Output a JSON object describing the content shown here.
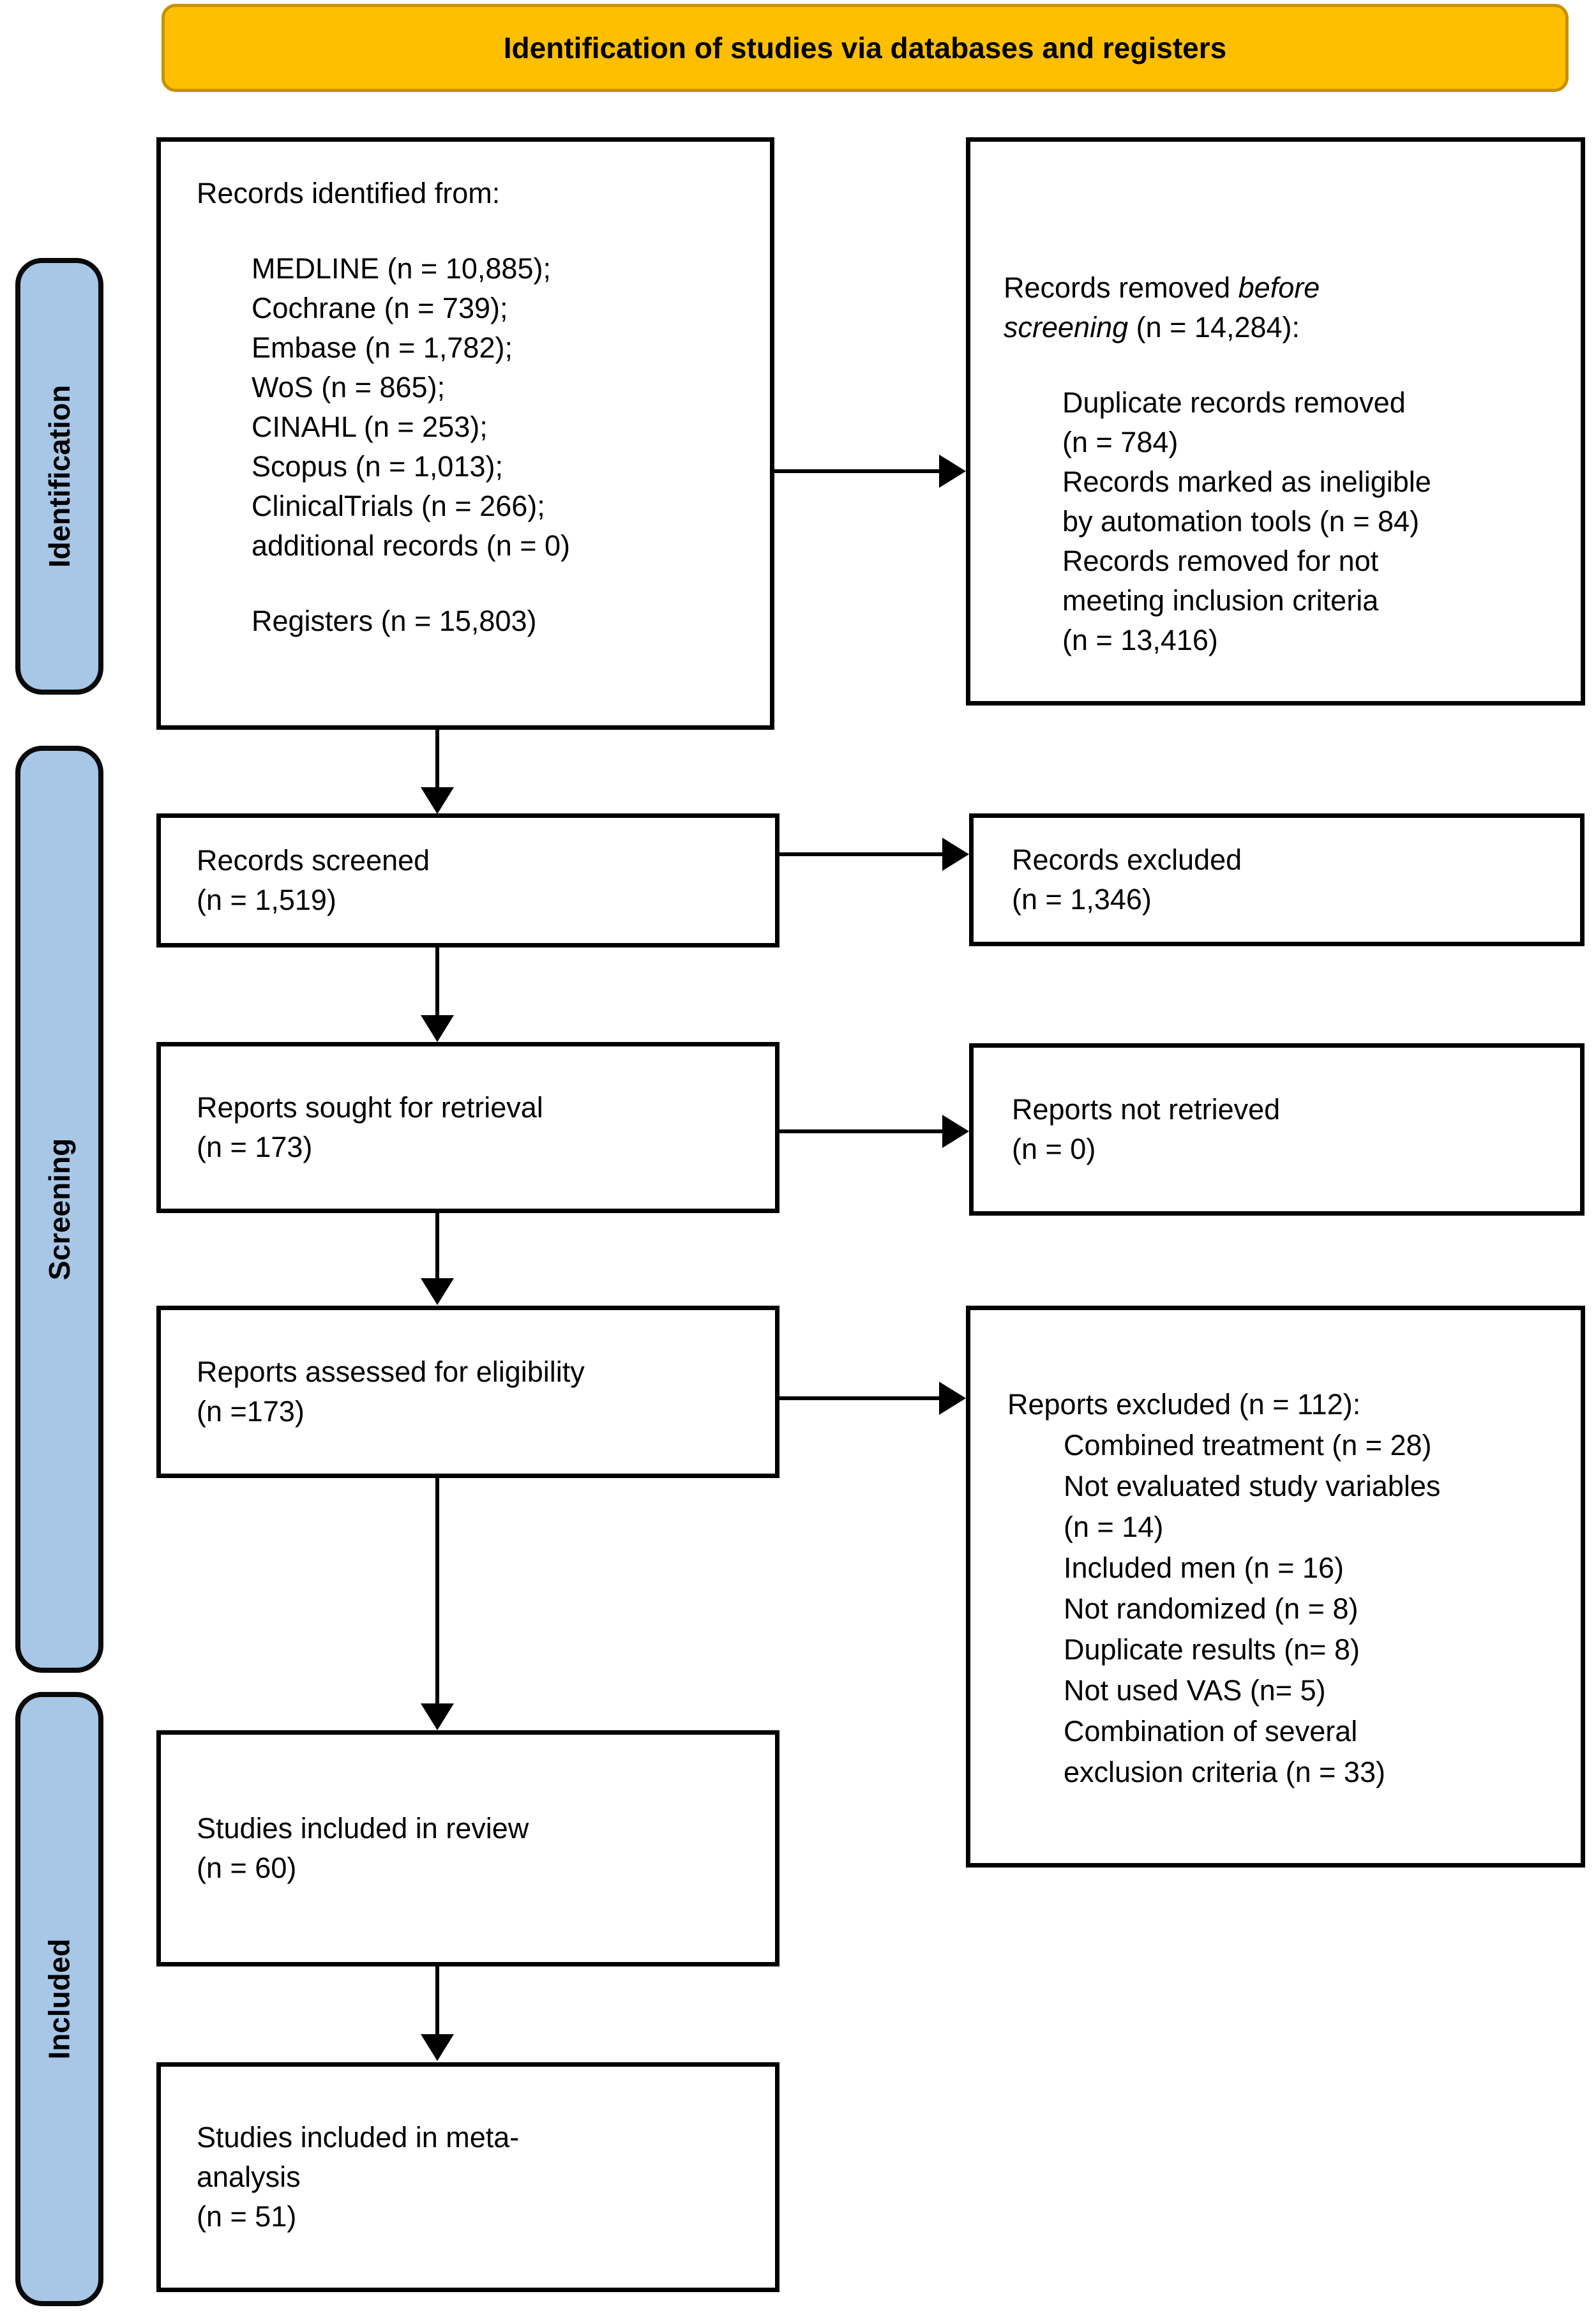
{
  "banner": {
    "title": "Identification of studies via databases and registers"
  },
  "sidebar": {
    "stages": [
      {
        "label": "Identification"
      },
      {
        "label": "Screening"
      },
      {
        "label": "Included"
      }
    ]
  },
  "colors": {
    "banner_fill": "#FEBF00",
    "banner_border": "#C79100",
    "stage_fill": "#A8C7E7",
    "box_border": "#000000",
    "line": "#000000",
    "background": "#FFFFFF"
  },
  "boxes": {
    "identified": {
      "heading": "Records identified from:",
      "items": [
        "MEDLINE (n = 10,885);",
        "Cochrane (n = 739);",
        "Embase (n = 1,782);",
        "WoS (n = 865);",
        "CINAHL (n = 253);",
        "Scopus (n = 1,013);",
        "ClinicalTrials (n = 266);",
        "additional records (n = 0)"
      ],
      "registers": "Registers (n = 15,803)"
    },
    "removed": {
      "heading_l1_pre": "Records removed ",
      "heading_l1_italic": "before",
      "heading_l2_italic": "screening",
      "heading_l2_post": " (n = 14,284):",
      "items": [
        [
          "Duplicate records removed",
          "(n = 784)"
        ],
        [
          "Records marked as ineligible",
          "by automation tools (n = 84)"
        ],
        [
          "Records removed for not",
          "meeting inclusion criteria",
          "(n = 13,416)"
        ]
      ]
    },
    "screened": {
      "line1": "Records screened",
      "line2": "(n = 1,519)"
    },
    "records_excluded": {
      "line1": "Records excluded",
      "line2": "(n = 1,346)"
    },
    "sought": {
      "line1": "Reports sought for retrieval",
      "line2": "(n = 173)"
    },
    "not_retrieved": {
      "line1": "Reports not retrieved",
      "line2": "(n = 0)"
    },
    "assessed": {
      "line1": "Reports assessed for eligibility",
      "line2": "(n =173)"
    },
    "reports_excluded": {
      "heading": "Reports excluded (n = 112):",
      "items": [
        [
          "Combined treatment (n = 28)"
        ],
        [
          "Not evaluated study variables",
          "(n = 14)"
        ],
        [
          "Included men (n = 16)"
        ],
        [
          "Not randomized (n = 8)"
        ],
        [
          "Duplicate results (n= 8)"
        ],
        [
          "Not used VAS (n= 5)"
        ],
        [
          "Combination of several",
          "exclusion criteria (n = 33)"
        ]
      ]
    },
    "included_review": {
      "line1": "Studies included in review",
      "line2": "(n = 60)"
    },
    "included_meta": {
      "line1": "Studies included in meta-",
      "line2": "analysis",
      "line3": "(n = 51)"
    }
  }
}
